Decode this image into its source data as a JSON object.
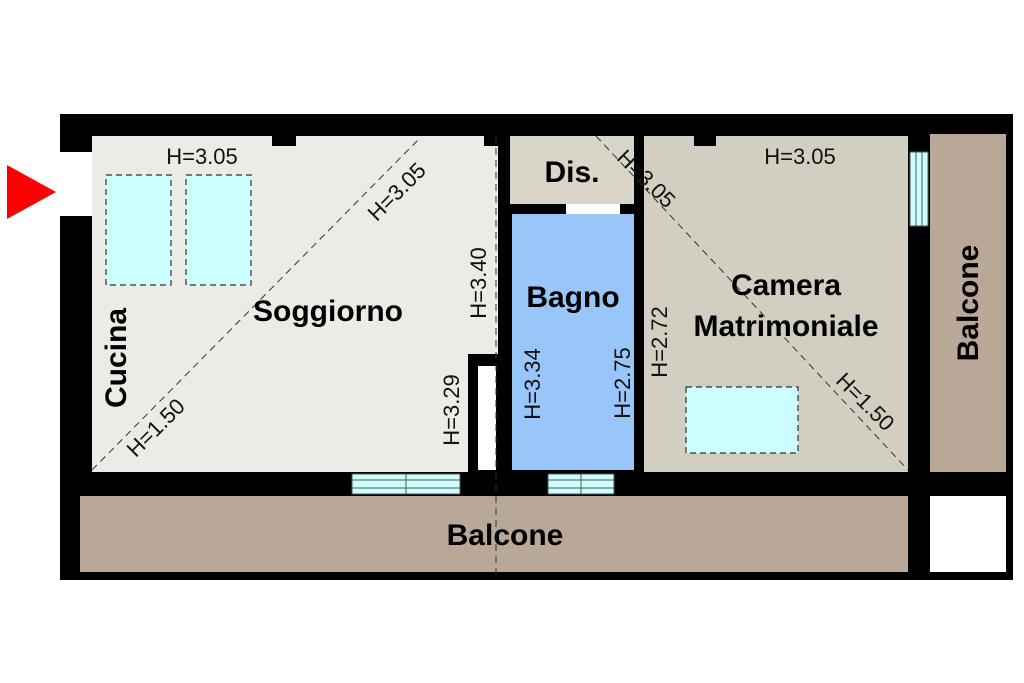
{
  "colors": {
    "wall": "#000000",
    "room_light": "#ecece6",
    "room_dis": "#d9d5c8",
    "room_camera": "#d2cec2",
    "bathroom": "#99c6f9",
    "balcony": "#b9a898",
    "furniture": "#ccffff",
    "window": "#ccffff",
    "entrance_arrow": "#ff0000"
  },
  "rooms": {
    "cucina": "Cucina",
    "soggiorno": "Soggiorno",
    "dis": "Dis.",
    "bagno": "Bagno",
    "camera_line1": "Camera",
    "camera_line2": "Matrimoniale",
    "balcone_bottom": "Balcone",
    "balcone_right": "Balcone"
  },
  "heights": {
    "soggiorno_top": "H=3.05",
    "soggiorno_diag_upper": "H=3.05",
    "soggiorno_diag_lower": "H=1.50",
    "soggiorno_partition": "H=3.40",
    "corridor": "H=3.29",
    "bagno_left": "H=3.34",
    "bagno_right": "H=2.75",
    "dis_diag": "H=3.05",
    "camera_top": "H=3.05",
    "camera_left": "H=2.72",
    "camera_diag_lower": "H=1.50"
  }
}
